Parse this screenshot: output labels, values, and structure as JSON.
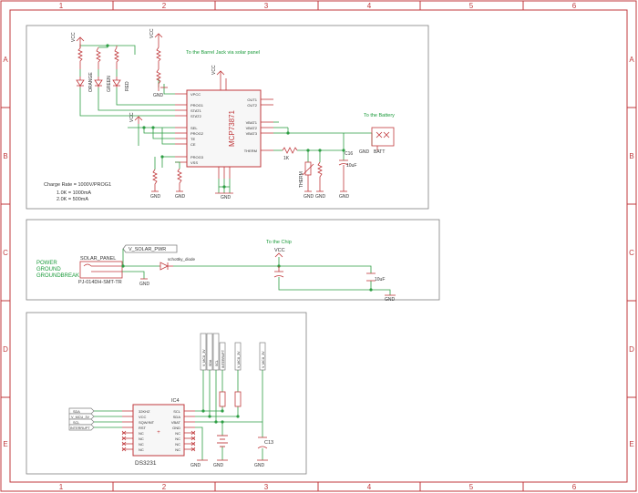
{
  "colors": {
    "frame": "#c0393c",
    "box": "#808080",
    "wire": "#2e9e44",
    "part": "#c0393c",
    "label": "#333333",
    "note": "#1a9a3a",
    "ic_fill": "#f7f7f7"
  },
  "frame": {
    "columns": [
      "1",
      "2",
      "3",
      "4",
      "5",
      "6"
    ],
    "rows": [
      "A",
      "B",
      "C",
      "D",
      "E"
    ]
  },
  "charger": {
    "note_jack": "To the Barrel Jack via solar panel",
    "note_battery": "To the Battery",
    "ic_name": "MCP73871",
    "ic_pins_left": [
      "VPCC",
      "PROG1",
      "STAT1",
      "STAT2",
      "SEL",
      "PROG2",
      "TE",
      "CE",
      "PROG3",
      "VSS"
    ],
    "ic_pins_right": [
      "OUT1",
      "OUT2",
      "VBAT1",
      "VBAT2",
      "VBAT3",
      "THERM"
    ],
    "vcc": "VCC",
    "gnd": "GND",
    "battery_conn": "BATT",
    "thermistor": "THERM",
    "r_therm": "1K",
    "c_out": "C16",
    "c_out_val": "10uF",
    "led_labels": [
      "ORANGE",
      "GREEN",
      "RED"
    ],
    "charge_notes": [
      "Charge Rate = 1000V/PROG1",
      "1.0K = 1000mA",
      "2.0K = 500mA"
    ]
  },
  "power": {
    "note_chip": "To the Chip",
    "legend": [
      "POWER",
      "GROUND",
      "GROUNDBREAK"
    ],
    "conn_name": "SOLAR_PANEL",
    "conn_part": "PJ-014DH-SMT-TR",
    "net_label": "V_SOLAR_PWR",
    "diode": "schottky_diode",
    "vcc": "VCC",
    "gnd": "GND",
    "cap_val": "10uF"
  },
  "rtc": {
    "ic_name": "DS3231",
    "ic_ref": "IC4",
    "pins_left": [
      "32KHZ",
      "VCC",
      "SQW/INT",
      "RST",
      "NC",
      "NC",
      "NC",
      "NC"
    ],
    "pins_right": [
      "SCL",
      "SDA",
      "VBAT",
      "GND",
      "NC",
      "NC",
      "NC",
      "NC"
    ],
    "flags": [
      "SDA",
      "V_MCU_3V",
      "SCL",
      "INTERRUPT"
    ],
    "cap": "C13",
    "gnd": "GND"
  }
}
